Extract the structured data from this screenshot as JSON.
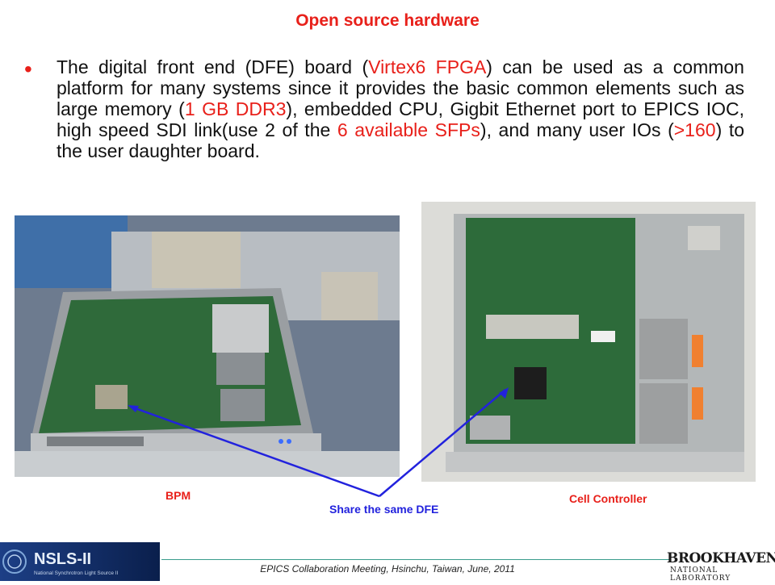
{
  "slide": {
    "title": "Open source hardware",
    "bullet": {
      "t1": "The digital front end (DFE) board (",
      "h1": "Virtex6 FPGA",
      "t2": ") can be used as a common platform for many systems since it provides the basic common elements such as large memory (",
      "h2": "1 GB DDR3",
      "t3": "), embedded CPU, Gigbit Ethernet port to EPICS IOC, high speed SDI link(use 2 of the ",
      "h3": "6 available SFPs",
      "t4": "), and many user IOs (",
      "h4": ">160",
      "t5": ")  to the user daughter board."
    },
    "captions": {
      "bpm": "BPM",
      "cell_controller": "Cell Controller",
      "share": "Share the same DFE"
    },
    "footer": "EPICS Collaboration Meeting, Hsinchu, Taiwan, June, 2011",
    "logos": {
      "nsls": "NSLS-II",
      "nsls_sub": "National Synchrotron Light Source II",
      "bnl_main": "BROOKHAVEN",
      "bnl_sub": "NATIONAL LABORATORY"
    },
    "colors": {
      "accent": "#e8201a",
      "arrow": "#2222dd",
      "rule": "#3a9c8c"
    }
  }
}
